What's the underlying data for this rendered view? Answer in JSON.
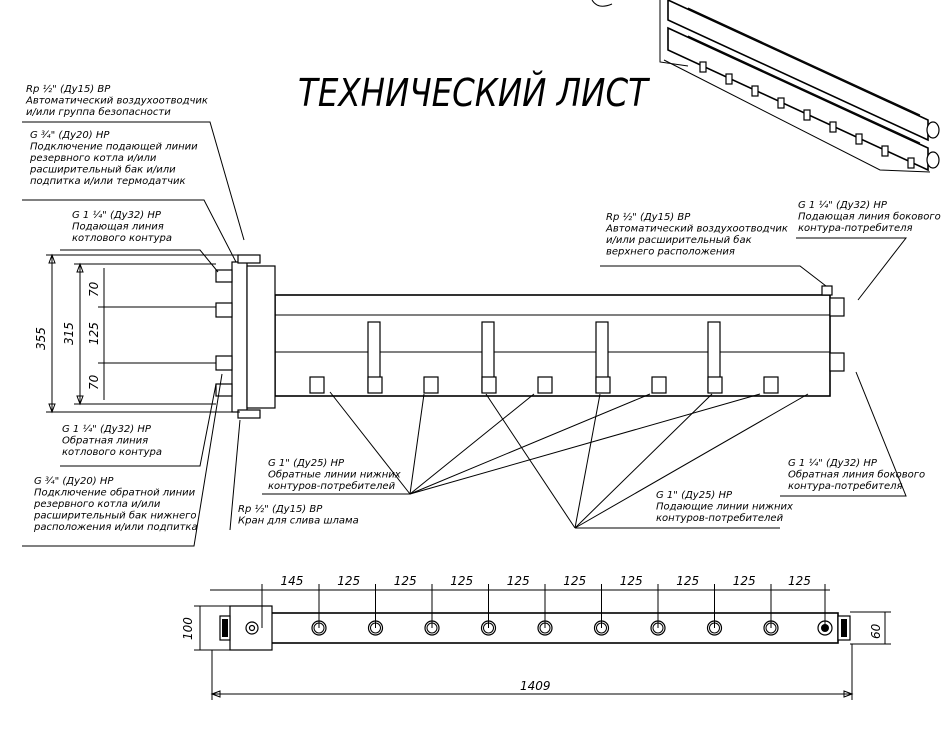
{
  "title": "ТЕХНИЧЕСКИЙ ЛИСТ",
  "labels": {
    "l1": [
      "Rp ½\" (Ду15) ВР",
      "Автоматический воздухоотводчик",
      "и/или группа безопасности"
    ],
    "l2": [
      "G ¾\" (Ду20) НР",
      "Подключение подающей линии",
      "резервного котла и/или",
      "расширительный бак и/или",
      "подпитка и/или термодатчик"
    ],
    "l3": [
      "G 1 ¼\" (Ду32) НР",
      "Подающая линия",
      "котлового контура"
    ],
    "l4": [
      "G 1 ¼\" (Ду32) НР",
      "Обратная линия",
      "котлового контура"
    ],
    "l5": [
      "G ¾\" (Ду20) НР",
      "Подключение обратной линии",
      "резервного котла и/или",
      "расширительный бак нижнего",
      "расположения и/или подпитка"
    ],
    "l6": [
      "Rp ½\" (Ду15) ВР",
      "Кран для слива шлама"
    ],
    "l7": [
      "G 1\" (Ду25) НР",
      "Обратные линии нижних",
      "контуров-потребителей"
    ],
    "l8": [
      "G 1\" (Ду25) НР",
      "Подающие линии нижних",
      "контуров-потребителей"
    ],
    "l9": [
      "Rp ½\" (Ду15) ВР",
      "Автоматический воздухоотводчик",
      "и/или расширительный бак",
      "верхнего расположения"
    ],
    "l10": [
      "G 1 ¼\" (Ду32) НР",
      "Подающая линия бокового",
      "контура-потребителя"
    ],
    "l11": [
      "G 1 ¼\" (Ду32) НР",
      "Обратная линия бокового",
      "контура-потребителя"
    ]
  },
  "dims": {
    "height_total": "355",
    "height_inner": "315",
    "gap_top": "70",
    "gap_mid": "125",
    "gap_bot": "70",
    "spacing": [
      "145",
      "125",
      "125",
      "125",
      "125",
      "125",
      "125",
      "125",
      "125",
      "125"
    ],
    "length_total": "1409",
    "height_left": "100",
    "height_right": "60"
  }
}
